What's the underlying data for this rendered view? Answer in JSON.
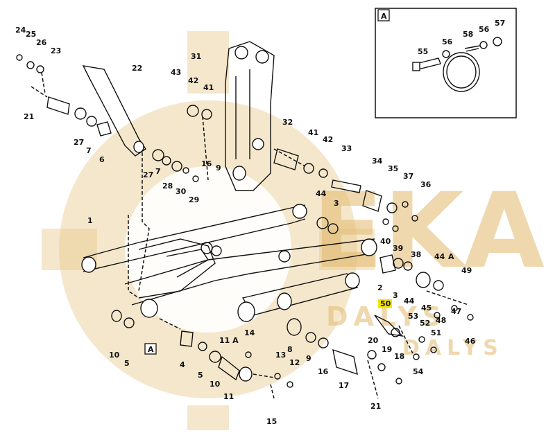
{
  "diagram": {
    "inset_label": "A",
    "watermark": {
      "big": "EKA",
      "line1": "DALYS",
      "line2": "DALYS"
    },
    "highlight_color": "#f5e400",
    "callouts": [
      {
        "id": "c24",
        "text": "24"
      },
      {
        "id": "c25",
        "text": "25"
      },
      {
        "id": "c26",
        "text": "26"
      },
      {
        "id": "c23",
        "text": "23"
      },
      {
        "id": "c21a",
        "text": "21"
      },
      {
        "id": "c22",
        "text": "22"
      },
      {
        "id": "c27a",
        "text": "27"
      },
      {
        "id": "c7a",
        "text": "7"
      },
      {
        "id": "c6",
        "text": "6"
      },
      {
        "id": "c27b",
        "text": "27"
      },
      {
        "id": "c7b",
        "text": "7"
      },
      {
        "id": "c28",
        "text": "28"
      },
      {
        "id": "c30",
        "text": "30"
      },
      {
        "id": "c29",
        "text": "29"
      },
      {
        "id": "c43",
        "text": "43"
      },
      {
        "id": "c42a",
        "text": "42"
      },
      {
        "id": "c41a",
        "text": "41"
      },
      {
        "id": "c31",
        "text": "31"
      },
      {
        "id": "c32",
        "text": "32"
      },
      {
        "id": "c41b",
        "text": "41"
      },
      {
        "id": "c42b",
        "text": "42"
      },
      {
        "id": "c33",
        "text": "33"
      },
      {
        "id": "c34",
        "text": "34"
      },
      {
        "id": "c35",
        "text": "35"
      },
      {
        "id": "c37",
        "text": "37"
      },
      {
        "id": "c36",
        "text": "36"
      },
      {
        "id": "c16a",
        "text": "16"
      },
      {
        "id": "c9a",
        "text": "9"
      },
      {
        "id": "c44a",
        "text": "44"
      },
      {
        "id": "c3a",
        "text": "3"
      },
      {
        "id": "c40",
        "text": "40"
      },
      {
        "id": "c39",
        "text": "39"
      },
      {
        "id": "c38",
        "text": "38"
      },
      {
        "id": "c44b",
        "text": "44"
      },
      {
        "id": "cA1",
        "text": "A"
      },
      {
        "id": "c1",
        "text": "1"
      },
      {
        "id": "c49",
        "text": "49"
      },
      {
        "id": "c2",
        "text": "2"
      },
      {
        "id": "c3b",
        "text": "3"
      },
      {
        "id": "c44c",
        "text": "44"
      },
      {
        "id": "c45",
        "text": "45"
      },
      {
        "id": "c50",
        "text": "50"
      },
      {
        "id": "c53",
        "text": "53"
      },
      {
        "id": "c48",
        "text": "48"
      },
      {
        "id": "c47",
        "text": "47"
      },
      {
        "id": "c46",
        "text": "46"
      },
      {
        "id": "c52",
        "text": "52"
      },
      {
        "id": "c51",
        "text": "51"
      },
      {
        "id": "c10a",
        "text": "10"
      },
      {
        "id": "c5a",
        "text": "5"
      },
      {
        "id": "c4",
        "text": "4"
      },
      {
        "id": "c5b",
        "text": "5"
      },
      {
        "id": "c10b",
        "text": "10"
      },
      {
        "id": "c11a",
        "text": "11 A"
      },
      {
        "id": "c11",
        "text": "11"
      },
      {
        "id": "c14",
        "text": "14"
      },
      {
        "id": "c13",
        "text": "13"
      },
      {
        "id": "c12",
        "text": "12"
      },
      {
        "id": "c15",
        "text": "15"
      },
      {
        "id": "c8",
        "text": "8"
      },
      {
        "id": "c9b",
        "text": "9"
      },
      {
        "id": "c16b",
        "text": "16"
      },
      {
        "id": "c17",
        "text": "17"
      },
      {
        "id": "c20",
        "text": "20"
      },
      {
        "id": "c19",
        "text": "19"
      },
      {
        "id": "c18",
        "text": "18"
      },
      {
        "id": "c54",
        "text": "54"
      },
      {
        "id": "c21b",
        "text": "21"
      },
      {
        "id": "cA2",
        "text": "A"
      },
      {
        "id": "c55",
        "text": "55"
      },
      {
        "id": "c56a",
        "text": "56"
      },
      {
        "id": "c58",
        "text": "58"
      },
      {
        "id": "c56b",
        "text": "56"
      },
      {
        "id": "c57",
        "text": "57"
      }
    ]
  }
}
